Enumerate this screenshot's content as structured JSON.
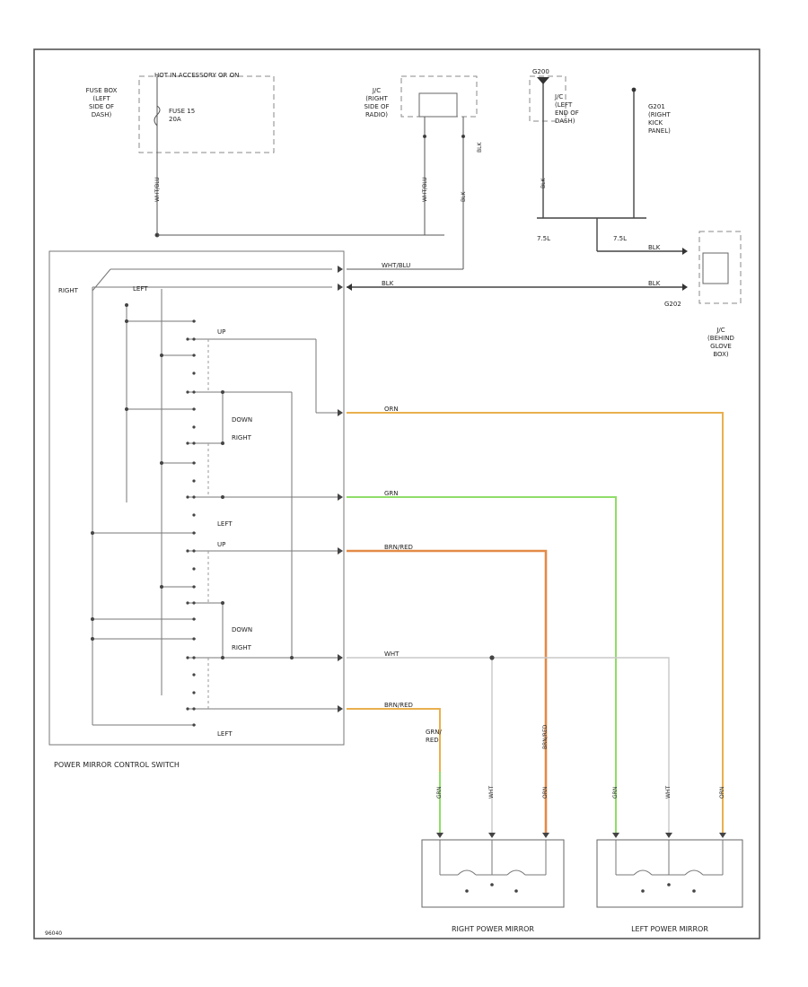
{
  "labels": {
    "fuse_box": "FUSE BOX\n(LEFT\nSIDE OF\nDASH)",
    "hot_in": "HOT IN ACCESSORY OR ON",
    "fuse": "FUSE 15\n20A",
    "jc_right_radio": "J/C\n(RIGHT\nSIDE OF\nRADIO)",
    "g200": "G200",
    "jc_left_dash": "J/C\n(LEFT\nEND OF\nDASH)",
    "g201": "G201\n(RIGHT\nKICK\nPANEL)",
    "wire_wht_blu_a": "WHT/BLU",
    "wire_wht_blu_b": "WHT/BLU",
    "wire_wht_blu_c": "WHT/BLU",
    "wire_blk_a": "BLK",
    "wire_blk_b": "BLK",
    "wire_blk_c": "BLK",
    "wire_blk_d": "BLK",
    "pin_15l": "7.5L",
    "pin_15l_b": "7.5L",
    "wire_blk_e": "BLK",
    "wire_blk_f": "BLK",
    "g202": "G202",
    "jc_glove_box": "J/C\n(BEHIND\nGLOVE\nBOX)",
    "right": "RIGHT",
    "left": "LEFT",
    "up1": "UP",
    "down1": "DOWN",
    "right1": "RIGHT",
    "left2": "LEFT",
    "up2": "UP",
    "down2": "DOWN",
    "right2": "RIGHT",
    "left3": "LEFT",
    "wire_org": "ORN",
    "wire_grn": "GRN",
    "wire_brn_red": "BRN/RED",
    "wire_wht": "WHT",
    "wire_brn_red_b": "BRN/RED",
    "wire_grn_red": "GRN/\nRED",
    "wire_brn_red_v": "BRN/RED",
    "wire_grn_v1": "GRN",
    "wire_wht_v1": "WHT",
    "wire_org_v1": "ORN",
    "wire_grn_v2": "GRN",
    "wire_wht_v2": "WHT",
    "wire_org_v2": "ORN",
    "switch_name": "POWER MIRROR CONTROL SWITCH",
    "right_mirror": "RIGHT POWER MIRROR",
    "left_mirror": "LEFT POWER MIRROR",
    "code": "96040"
  },
  "colors": {
    "line": "#555555",
    "dashed": "#8a8a8a",
    "orange_wire": "#e9b04e",
    "green_wire": "#8fde68",
    "brnred_wire": "#e38a46",
    "brnred_dark": "#b8552a",
    "white_wire": "#c8c8c8",
    "black_wire": "#333333"
  }
}
